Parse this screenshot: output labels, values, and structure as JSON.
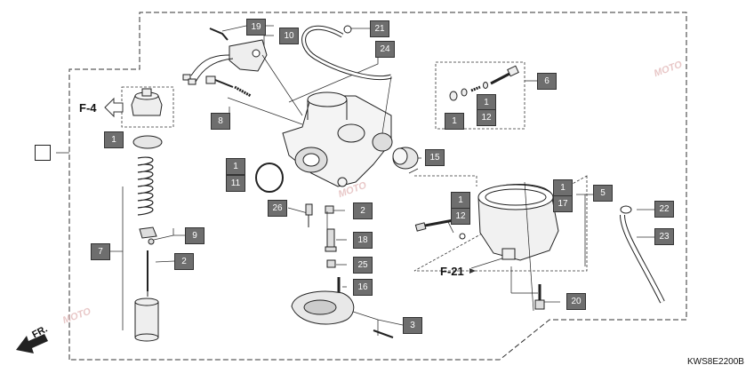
{
  "diagram": {
    "code": "KWS8E2200B",
    "ref_f4": "F-4",
    "ref_f21": "F-21",
    "fr_label": "FR.",
    "callouts": [
      {
        "id": "c19a",
        "label": "19"
      },
      {
        "id": "c10",
        "label": "10"
      },
      {
        "id": "c21",
        "label": "21"
      },
      {
        "id": "c24",
        "label": "24"
      },
      {
        "id": "c6",
        "label": "6"
      },
      {
        "id": "c1a",
        "label": "1"
      },
      {
        "id": "c1b",
        "label": "1"
      },
      {
        "id": "c12a",
        "label": "12"
      },
      {
        "id": "c8",
        "label": "8"
      },
      {
        "id": "c1c",
        "label": "1"
      },
      {
        "id": "c15",
        "label": "15"
      },
      {
        "id": "c1d",
        "label": "1"
      },
      {
        "id": "c11",
        "label": "11"
      },
      {
        "id": "c26",
        "label": "26"
      },
      {
        "id": "c2a",
        "label": "2"
      },
      {
        "id": "c9",
        "label": "9"
      },
      {
        "id": "c7",
        "label": "7"
      },
      {
        "id": "c2b",
        "label": "2"
      },
      {
        "id": "c18",
        "label": "18"
      },
      {
        "id": "c25",
        "label": "25"
      },
      {
        "id": "c16",
        "label": "16"
      },
      {
        "id": "c3",
        "label": "3"
      },
      {
        "id": "c1e",
        "label": "1"
      },
      {
        "id": "c17",
        "label": "17"
      },
      {
        "id": "c5",
        "label": "5"
      },
      {
        "id": "c1f",
        "label": "1"
      },
      {
        "id": "c12b",
        "label": "12"
      },
      {
        "id": "c22",
        "label": "22"
      },
      {
        "id": "c23",
        "label": "23"
      },
      {
        "id": "c20",
        "label": "20"
      }
    ],
    "watermark": "MOTO"
  }
}
